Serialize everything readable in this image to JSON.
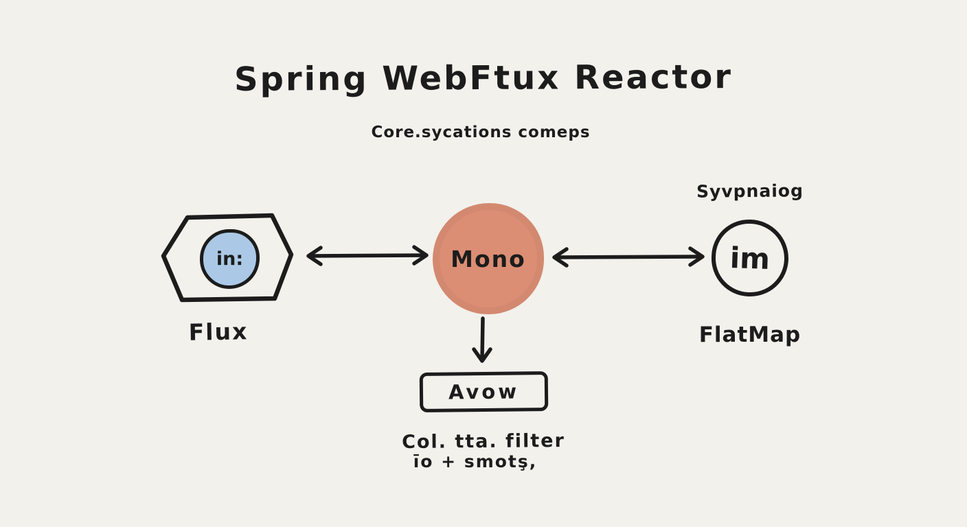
{
  "title": "Spring WebFtux Reactor",
  "subtitle": "Core.sycations comeps",
  "nodes": {
    "flux": {
      "shape": "hexagon",
      "inner_label": "in:",
      "label": "Flux"
    },
    "mono": {
      "shape": "filled-circle",
      "label": "Mono"
    },
    "flatmap": {
      "shape": "outlined-circle",
      "top_label": "Syvpnaiog",
      "inner_label": "im",
      "label": "FlatMap"
    }
  },
  "output_box": {
    "label": "Avow"
  },
  "caption": {
    "line1": "Col. tta. filter",
    "line2": "īo + smotş,"
  },
  "colors": {
    "background": "#f2f1ec",
    "ink": "#1c1c1c",
    "mono_fill": "#db8e74",
    "flux_inner_fill": "#abc9e6"
  }
}
